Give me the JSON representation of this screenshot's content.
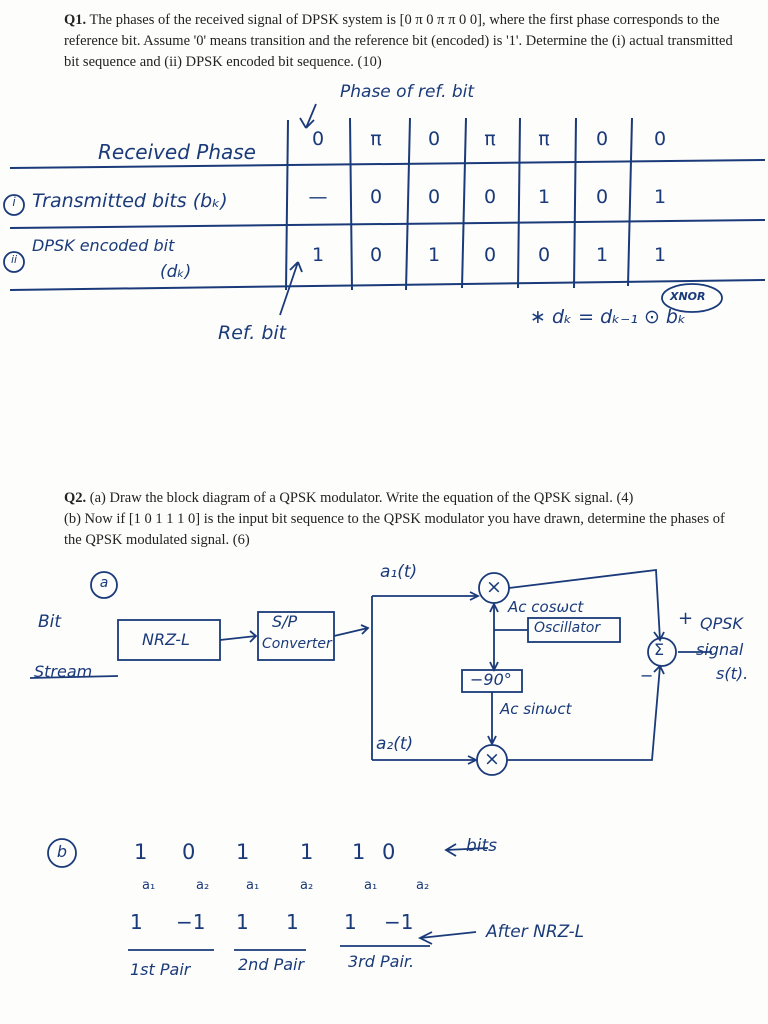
{
  "q1": {
    "label": "Q1.",
    "text": "The phases of the received signal of DPSK system is [0 π 0 π π 0 0], where the first phase corresponds to the reference bit. Assume '0' means transition and the reference bit (encoded) is '1'. Determine the (i) actual transmitted bit sequence and (ii) DPSK encoded bit sequence. (10)"
  },
  "q1_answer": {
    "phase_ref_note": "Phase of ref. bit",
    "row_labels": [
      "Received Phase",
      "Transmitted bits (bₖ)",
      "DPSK encoded bit"
    ],
    "row_sublabel": "(dₖ)",
    "markers": [
      "i",
      "ii"
    ],
    "received_phase": [
      "0",
      "π",
      "0",
      "π",
      "π",
      "0",
      "0"
    ],
    "transmitted_bits": [
      "—",
      "0",
      "0",
      "0",
      "1",
      "0",
      "1"
    ],
    "dpsk_bits": [
      "1",
      "0",
      "1",
      "0",
      "0",
      "1",
      "1"
    ],
    "ref_bit_note": "Ref. bit",
    "formula": "∗ dₖ = dₖ₋₁ ⊙ bₖ",
    "formula_op": "XNOR"
  },
  "q2": {
    "label": "Q2.",
    "text_a": "(a) Draw the block diagram of a QPSK modulator. Write the equation of the QPSK signal. (4)",
    "text_b": "(b) Now if [1 0 1 1 1 0] is the input bit sequence to the QPSK modulator you have drawn, determine the phases of the QPSK modulated signal. (6)"
  },
  "q2_answer": {
    "part_a": "a",
    "part_b": "b",
    "bit_stream": [
      "Bit",
      "Stream"
    ],
    "nrz_block": "NRZ-L",
    "sp_block": [
      "S/P",
      "Converter"
    ],
    "a1": "a₁(t)",
    "a2": "a₂(t)",
    "multiplier": "×",
    "carrier_cos": "Ac cosωct",
    "oscillator": "Oscillator",
    "phase_shift": "−90°",
    "carrier_sin": "Ac sinωct",
    "sum": "Σ",
    "plus": "+",
    "minus": "−",
    "output": [
      "QPSK",
      "signal",
      "s(t)."
    ],
    "bits": [
      "1",
      "0",
      "1",
      "1",
      "1",
      "0"
    ],
    "bits_note": "bits",
    "pair_labels": [
      "a₁",
      "a₂",
      "a₁",
      "a₂",
      "a₁",
      "a₂"
    ],
    "nrz_values": [
      "1",
      "−1",
      "1",
      "1",
      "1",
      "−1"
    ],
    "nrz_note": "After NRZ-L",
    "pairs": [
      "1st Pair",
      "2nd Pair",
      "3rd Pair."
    ]
  }
}
